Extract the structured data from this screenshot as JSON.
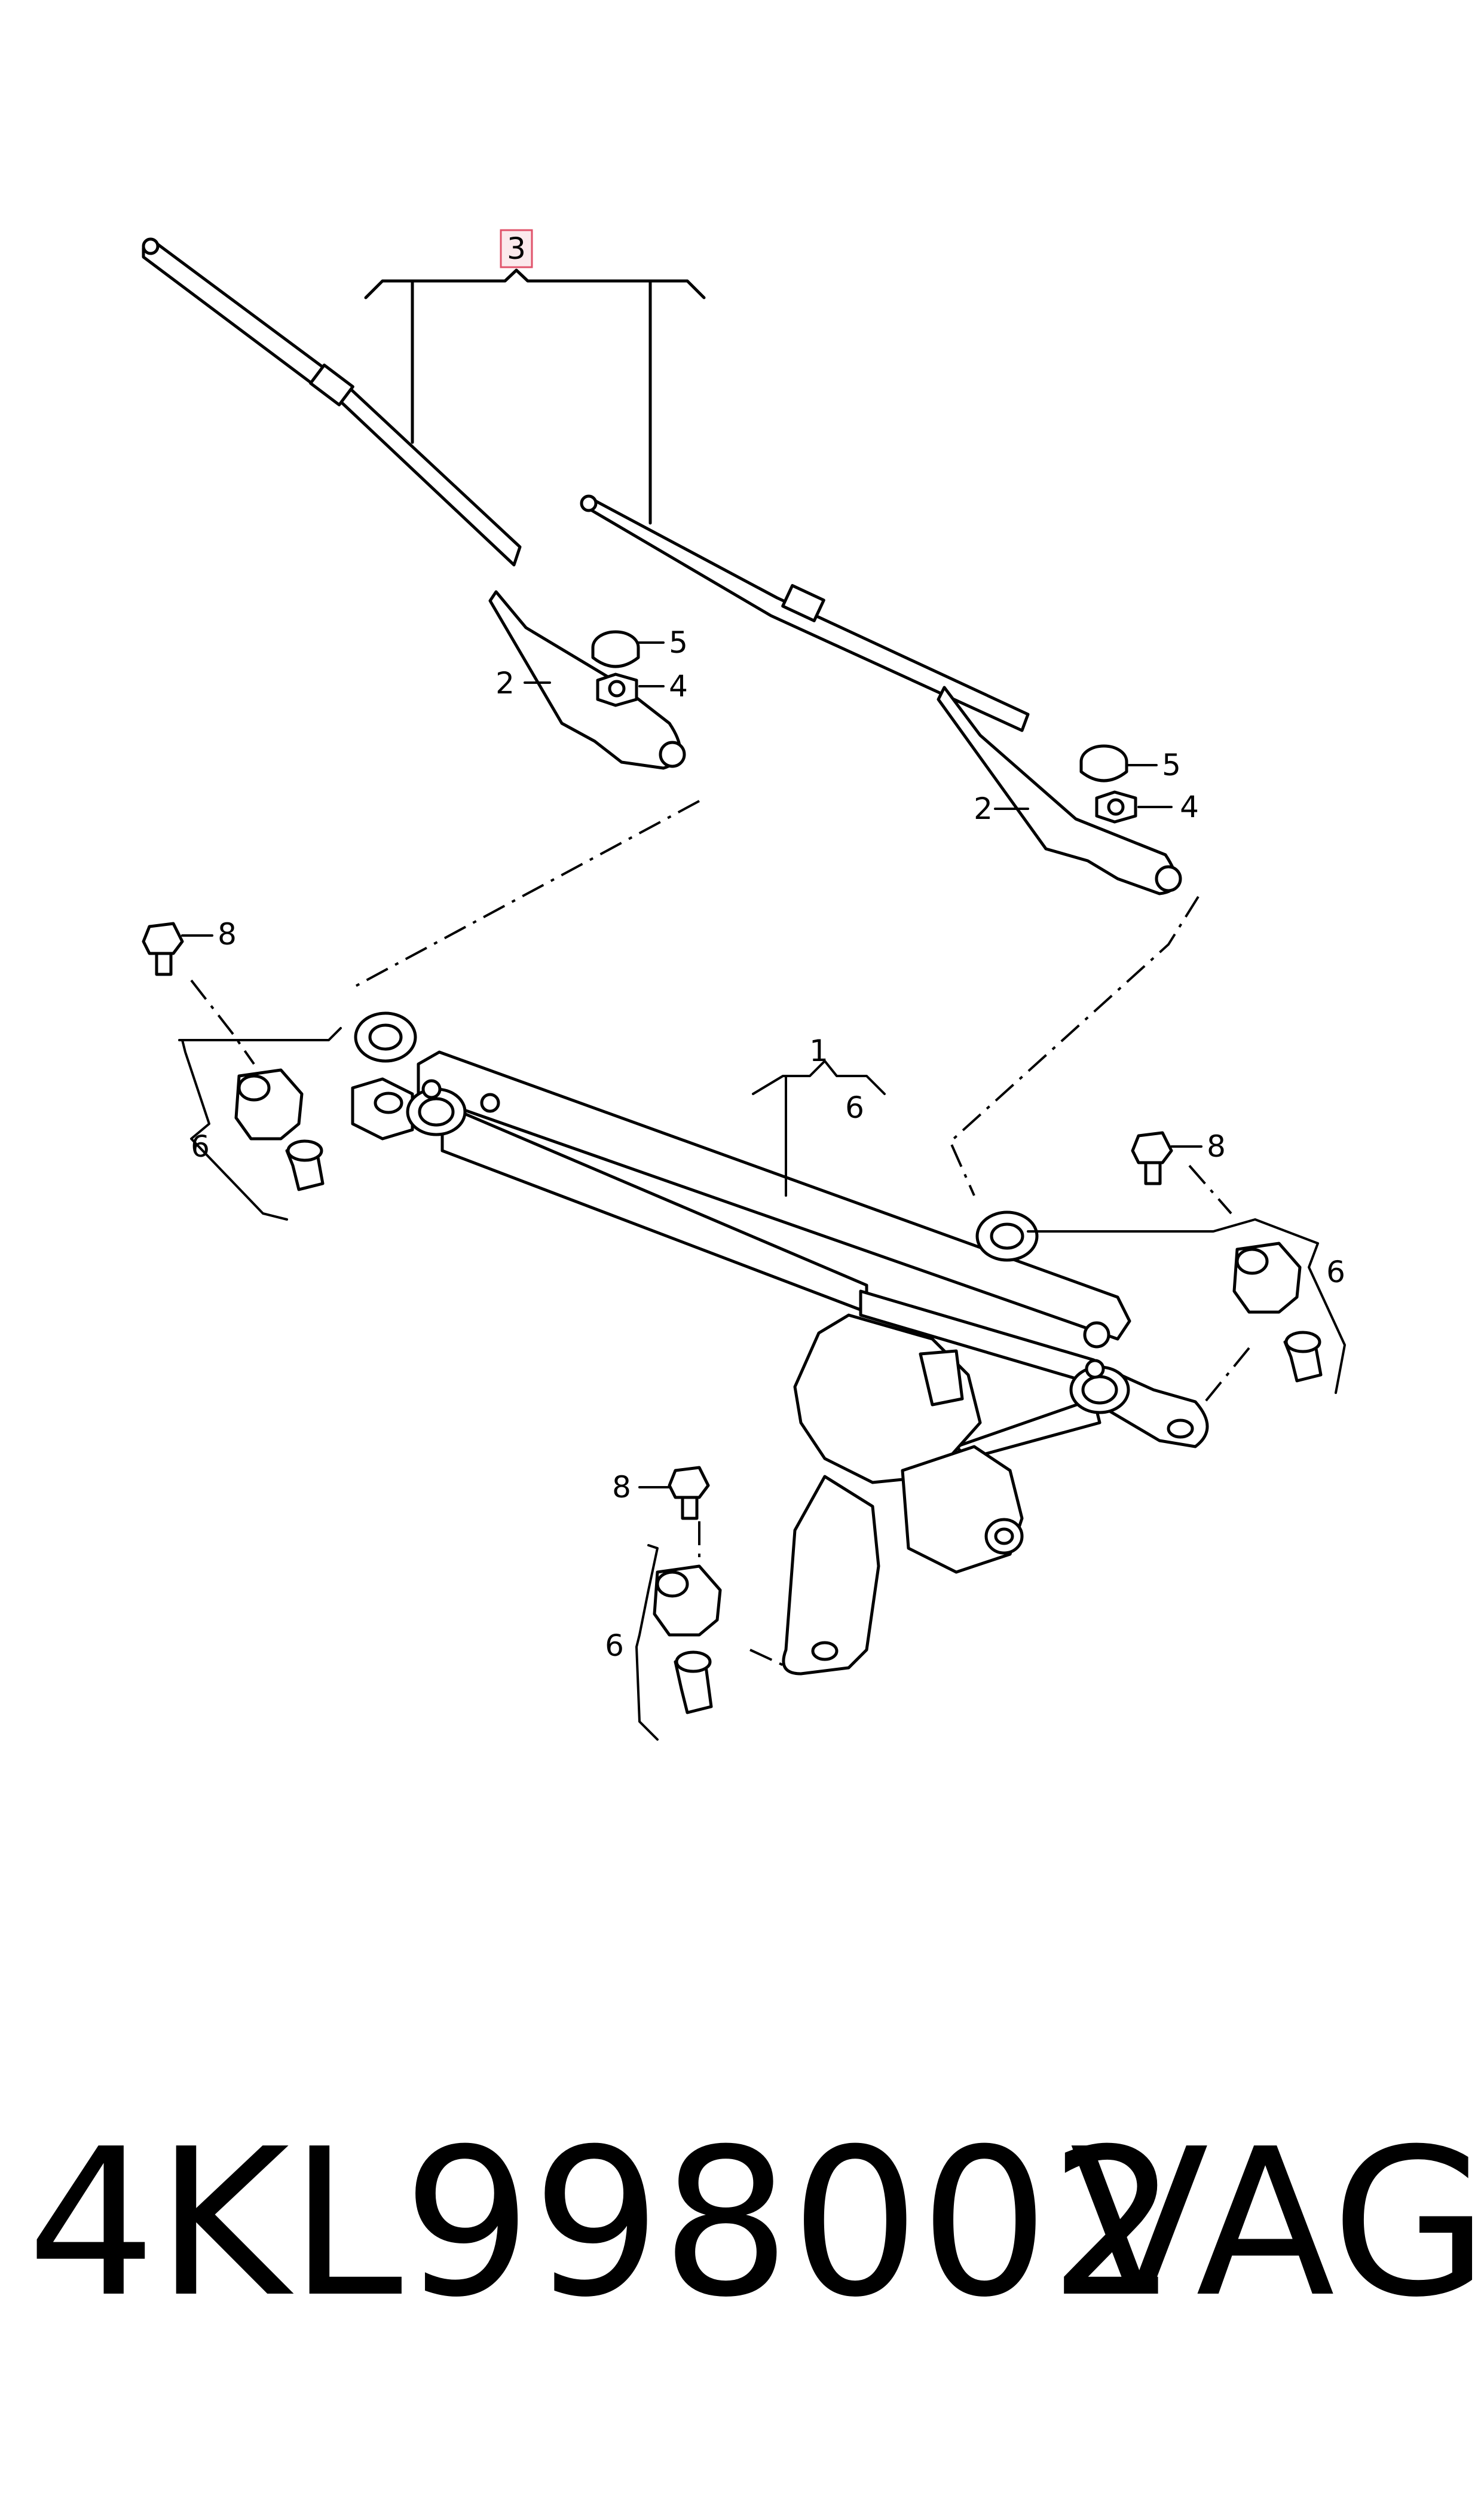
{
  "callouts": {
    "c1": "1",
    "c2_left": "2",
    "c2_right": "2",
    "c3": "3",
    "c4_left": "4",
    "c4_right": "4",
    "c5_left": "5",
    "c5_right": "5",
    "c6_left": "6",
    "c6_center": "6",
    "c6_right": "6",
    "c6_bottom": "6",
    "c8_left": "8",
    "c8_right": "8",
    "c8_bottom": "8"
  },
  "footer": {
    "part_number": "4KL998002",
    "brand": "VAG"
  },
  "colors": {
    "highlight_fill": "#fbe9ec",
    "highlight_border": "#e0526a"
  }
}
